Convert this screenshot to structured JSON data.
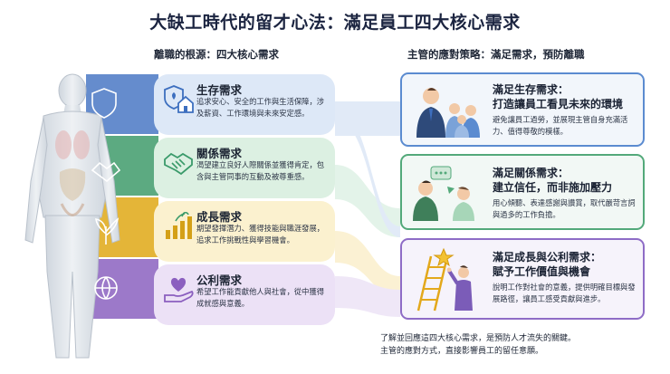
{
  "title": "大缺工時代的留才心法：滿足員工四大核心需求",
  "left_heading": "離職的根源：四大核心需求",
  "right_heading": "主管的應對策略：滿足需求，預防離職",
  "needs": [
    {
      "title": "生存需求",
      "desc": "追求安心、安全的工作與生活保障，涉及薪資、工作環境與未來安定感。",
      "icon": "shield-house-icon",
      "color": "#3d6fbf",
      "bg": "#dde8f7"
    },
    {
      "title": "關係需求",
      "desc": "渴望建立良好人際關係並獲得肯定，包含與主管同事的互動及被尊重感。",
      "icon": "handshake-icon",
      "color": "#3a9a6a",
      "bg": "#dcf0e2"
    },
    {
      "title": "成長需求",
      "desc": "期望發揮潛力、獲得技能與職涯發展，追求工作挑戰性與學習機會。",
      "icon": "growth-chart-icon",
      "color": "#d4a017",
      "bg": "#fbf1cf"
    },
    {
      "title": "公利需求",
      "desc": "希望工作能貢獻他人與社會，從中獲得成就感與意義。",
      "icon": "heart-hand-icon",
      "color": "#8b5fbf",
      "bg": "#ece1f6"
    }
  ],
  "strategies": [
    {
      "title1": "滿足生存需求：",
      "title2": "打造讓員工看見未來的環境",
      "desc": "避免讓員工過勞，並展現主管自身充滿活力、值得尊敬的模樣。",
      "border": "#5b8bd0",
      "illustration": "manager-with-team-illustration"
    },
    {
      "title1": "滿足關係需求：",
      "title2": "建立信任，而非施加壓力",
      "desc": "用心傾聽、表達感謝與讚賞，取代嚴苛言詞與過多的工作負擔。",
      "border": "#53a97a",
      "illustration": "listening-conversation-illustration"
    },
    {
      "title1": "滿足成長與公利需求：",
      "title2": "賦予工作價值與機會",
      "desc": "說明工作對社會的意義，提供明確目標與發展路徑，讓員工感受貢獻與進步。",
      "border": "#8e6cc6",
      "illustration": "ladder-to-star-illustration"
    }
  ],
  "footer": {
    "line1": "了解並回應這四大核心需求，是預防人才流失的關鍵。",
    "line2": "主管的應對方式，直接影響員工的留任意願。"
  }
}
